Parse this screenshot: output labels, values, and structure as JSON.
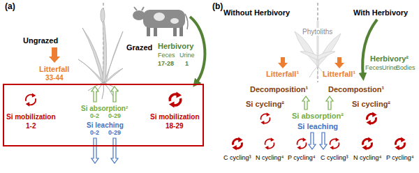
{
  "diagram": {
    "nodes": [
      {
        "text": [
          "Si mobilization",
          "1-2",
          "Si absorption²",
          "0-2",
          "0-29",
          "Si leaching",
          "0-2",
          "0-29",
          "Si mobilization",
          "18-29"
        ]
      }
    ],
    "labels": [
      "(a)",
      "Ungrazed",
      "Grazed",
      "Litterfall",
      "33-44",
      "Herbivory",
      "Feces",
      "Urine",
      "17-28",
      "1",
      "(b)",
      "Without Herbivory",
      "With Herbivory",
      "Phytoliths",
      "Litterfall¹",
      "Litterfall¹",
      "Herbivory²",
      "Feces",
      "Urine",
      "Bodies",
      "Decomposition¹",
      "Decompostion¹",
      "Si absorption²",
      "Si leaching",
      "Si cycling²",
      "Si cycling²",
      "C cycling³",
      "N cycling⁴",
      "P cycling⁴",
      "C cycling³",
      "N cycling⁴",
      "P cycling⁴"
    ]
  }
}
